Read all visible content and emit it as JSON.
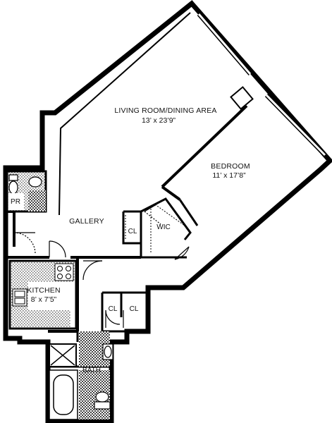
{
  "floorplan": {
    "rooms": {
      "living": {
        "name": "LIVING ROOM/DINING AREA",
        "dims": "13’ x 23’9”"
      },
      "bedroom": {
        "name": "BEDROOM",
        "dims": "11’ x 17’8”"
      },
      "gallery": {
        "name": "GALLERY"
      },
      "kitchen": {
        "name": "KITCHEN",
        "dims": "8’ x 7’5”"
      },
      "bath": {
        "name": "BATH"
      },
      "powder_room": {
        "name": "PR"
      },
      "walk_in_closet": {
        "name": "WIC"
      },
      "closet_gallery": {
        "name": "CL"
      },
      "closet_left": {
        "name": "CL"
      },
      "closet_right": {
        "name": "CL"
      }
    },
    "colors": {
      "wall": "#000000",
      "fill": "#ffffff"
    },
    "icons": [
      "door-swing-icon",
      "toilet-icon",
      "sink-icon",
      "bathtub-icon",
      "shower-icon",
      "stove-icon",
      "window-icon"
    ]
  }
}
